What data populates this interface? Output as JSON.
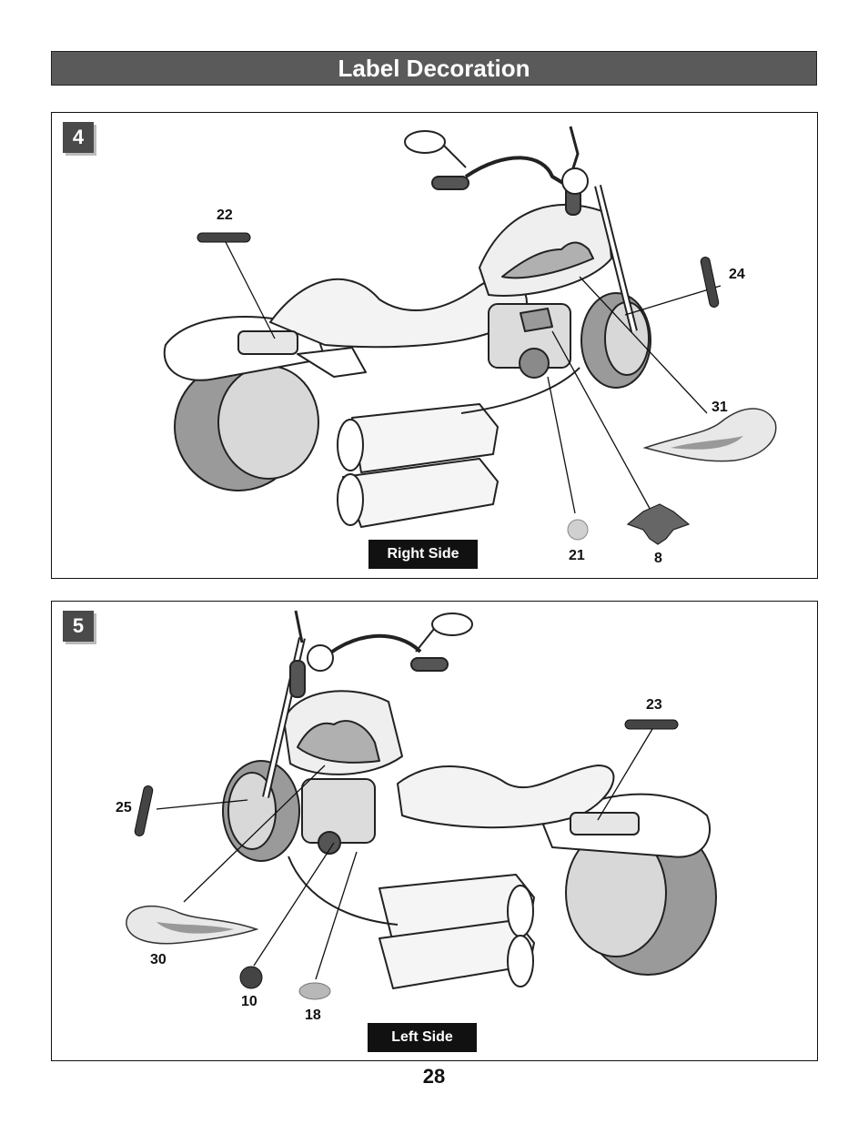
{
  "page": {
    "title": "Label Decoration",
    "page_number": "28"
  },
  "panels": [
    {
      "step": "4",
      "side_label": "Right Side",
      "callouts": {
        "c22": "22",
        "c24": "24",
        "c31": "31",
        "c21": "21",
        "c8": "8"
      }
    },
    {
      "step": "5",
      "side_label": "Left Side",
      "callouts": {
        "c23": "23",
        "c25": "25",
        "c30": "30",
        "c10": "10",
        "c18": "18"
      }
    }
  ]
}
